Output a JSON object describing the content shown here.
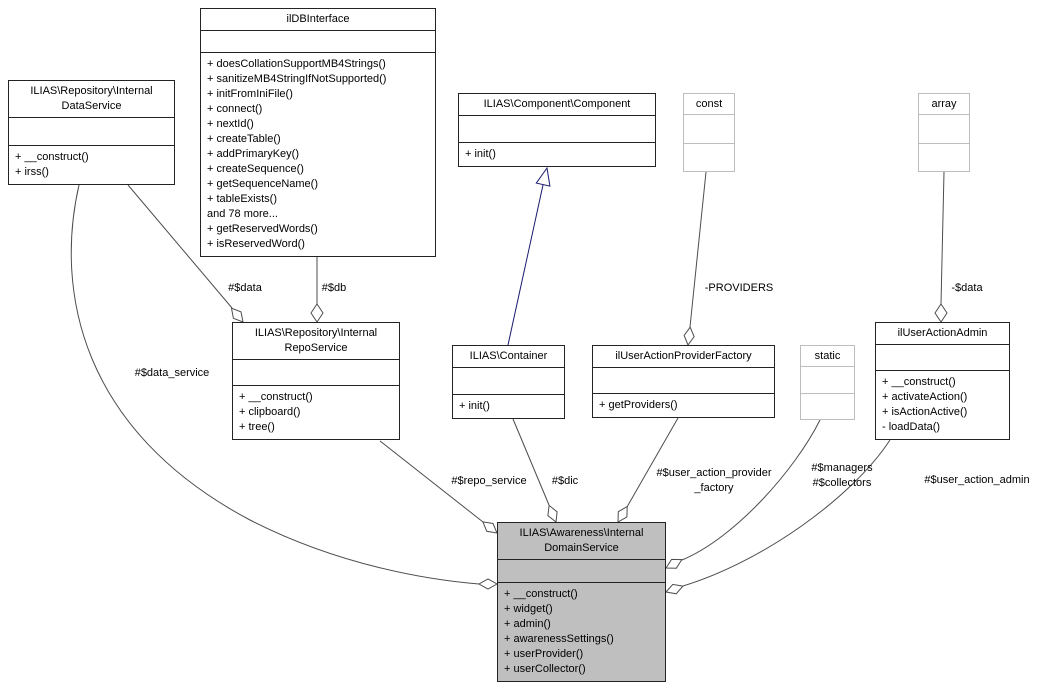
{
  "colors": {
    "node_border": "#232323",
    "main_node_fill": "#bfbfbf",
    "type_node_border": "#bdbdbd",
    "edge": "#4d4d4d",
    "inheritance_edge": "#191970",
    "background": "#ffffff"
  },
  "classes": {
    "data_service": {
      "title": "ILIAS\\Repository\\Internal\nDataService",
      "methods": "+ __construct()\n+ irss()"
    },
    "db_interface": {
      "title": "ilDBInterface",
      "methods": "+ doesCollationSupportMB4Strings()\n+ sanitizeMB4StringIfNotSupported()\n+ initFromIniFile()\n+ connect()\n+ nextId()\n+ createTable()\n+ addPrimaryKey()\n+ createSequence()\n+ getSequenceName()\n+ tableExists()\nand 78 more...\n+ getReservedWords()\n+ isReservedWord()"
    },
    "component": {
      "title": "ILIAS\\Component\\Component",
      "methods": "+ init()"
    },
    "const_type": {
      "title": "const"
    },
    "array_type": {
      "title": "array"
    },
    "repo_service": {
      "title": "ILIAS\\Repository\\Internal\nRepoService",
      "methods": "+ __construct()\n+ clipboard()\n+ tree()"
    },
    "container": {
      "title": "ILIAS\\Container",
      "methods": "+ init()"
    },
    "user_action_provider_factory": {
      "title": "ilUserActionProviderFactory",
      "methods": "+ getProviders()"
    },
    "static_type": {
      "title": "static"
    },
    "user_action_admin": {
      "title": "ilUserActionAdmin",
      "methods": "+ __construct()\n+ activateAction()\n+ isActionActive()\n- loadData()"
    },
    "domain_service": {
      "title": "ILIAS\\Awareness\\Internal\nDomainService",
      "methods": "+ __construct()\n+ widget()\n+ admin()\n+ awarenessSettings()\n+ userProvider()\n+ userCollector()"
    }
  },
  "edge_labels": {
    "data": "#$data",
    "db": "#$db",
    "data_service": "#$data_service",
    "providers": "-PROVIDERS",
    "array_data": "-$data",
    "repo_service": "#$repo_service",
    "dic": "#$dic",
    "user_action_provider_factory": "#$user_action_provider\n_factory",
    "managers_collectors": "#$managers\n#$collectors",
    "user_action_admin": "#$user_action_admin"
  }
}
